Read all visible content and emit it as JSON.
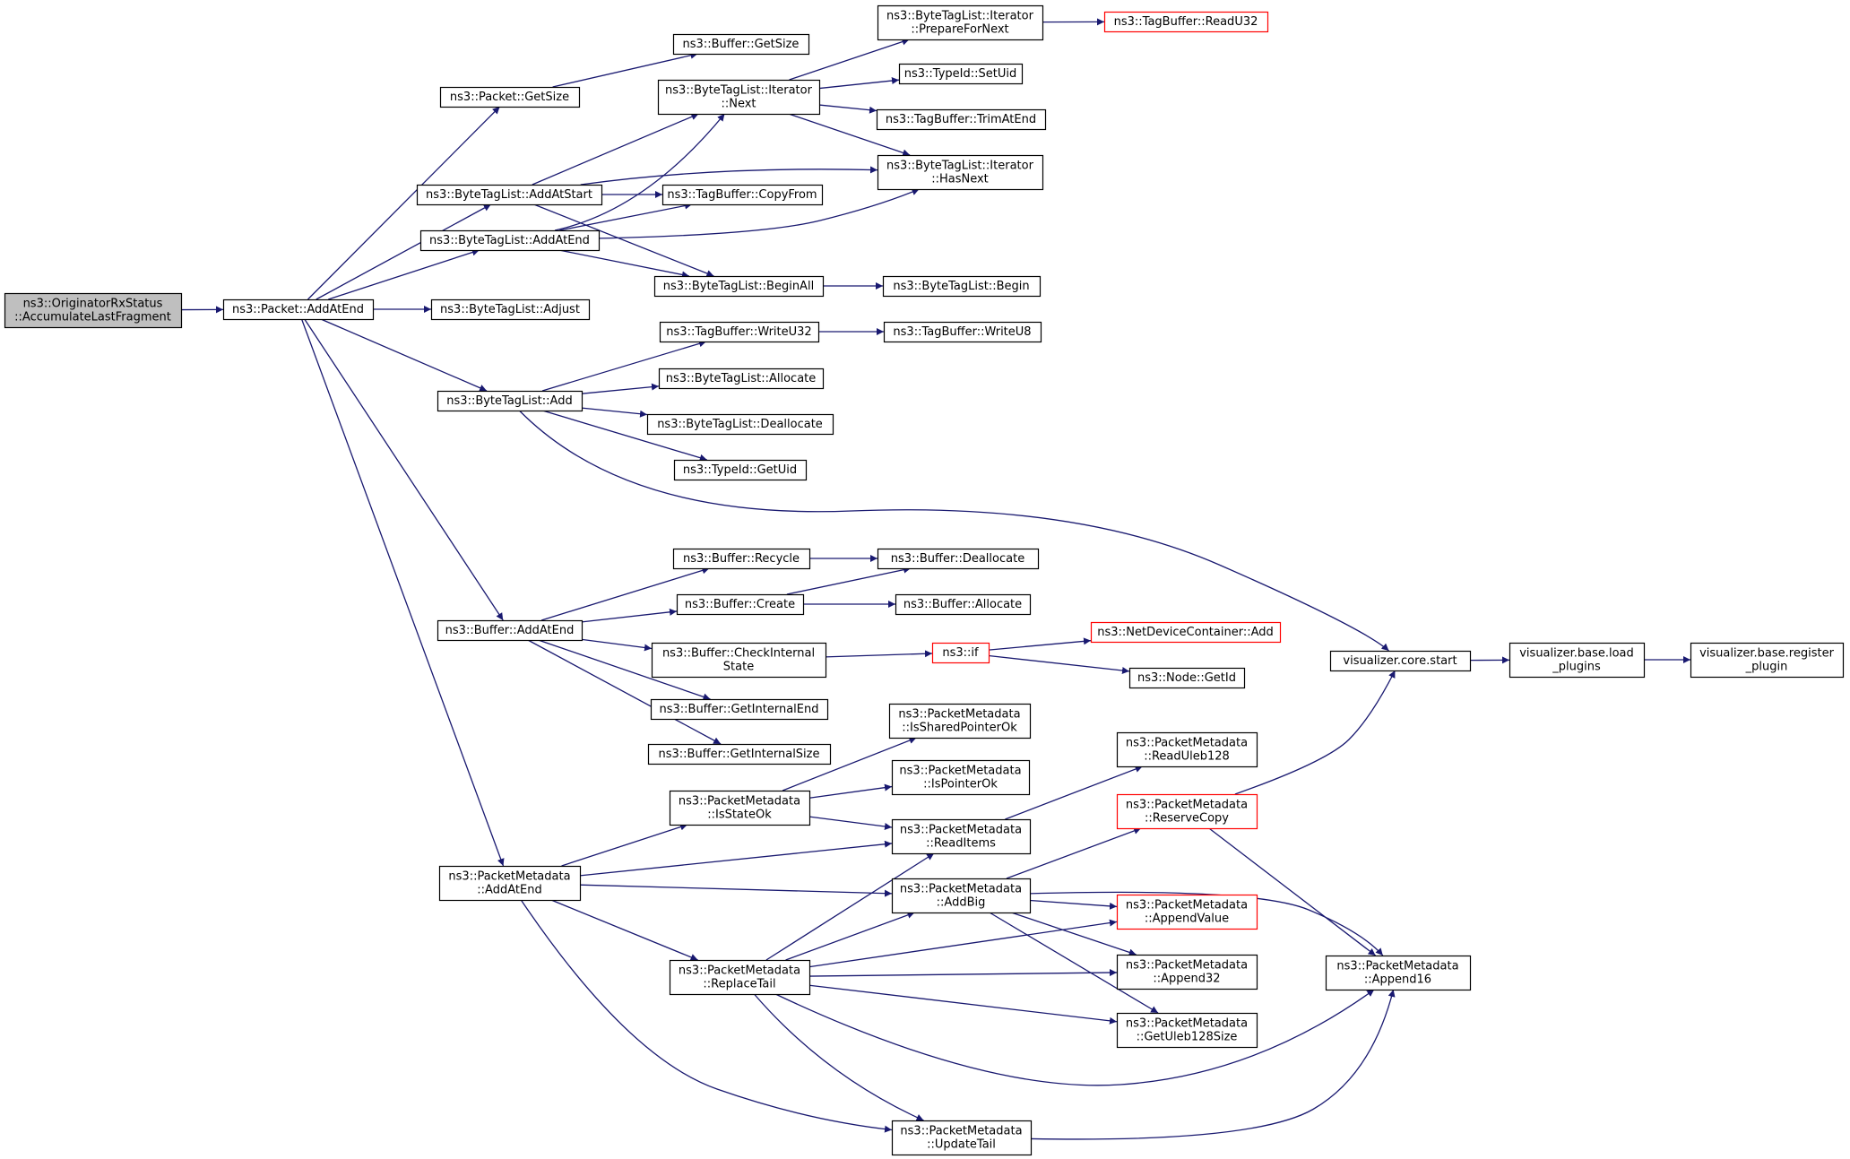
{
  "colors": {
    "edge": "#191970",
    "node_border": "#000000",
    "node_border_truncated": "#ff0000",
    "node_fill": "#ffffff",
    "root_fill": "#bfbfbf",
    "background": "#ffffff"
  },
  "nodes": [
    {
      "id": "root",
      "lines": [
        "ns3::OriginatorRxStatus",
        "::AccumulateLastFragment"
      ],
      "style": "root"
    },
    {
      "id": "pkt_addatend",
      "lines": [
        "ns3::Packet::AddAtEnd"
      ],
      "style": "normal"
    },
    {
      "id": "pkt_getsize",
      "lines": [
        "ns3::Packet::GetSize"
      ],
      "style": "normal"
    },
    {
      "id": "btl_addatstart",
      "lines": [
        "ns3::ByteTagList::AddAtStart"
      ],
      "style": "normal"
    },
    {
      "id": "btl_addatend",
      "lines": [
        "ns3::ByteTagList::AddAtEnd"
      ],
      "style": "normal"
    },
    {
      "id": "btl_adjust",
      "lines": [
        "ns3::ByteTagList::Adjust"
      ],
      "style": "normal"
    },
    {
      "id": "btl_add",
      "lines": [
        "ns3::ByteTagList::Add"
      ],
      "style": "normal"
    },
    {
      "id": "buf_addatend",
      "lines": [
        "ns3::Buffer::AddAtEnd"
      ],
      "style": "normal"
    },
    {
      "id": "pm_addatend",
      "lines": [
        "ns3::PacketMetadata",
        "::AddAtEnd"
      ],
      "style": "normal"
    },
    {
      "id": "buf_getsize",
      "lines": [
        "ns3::Buffer::GetSize"
      ],
      "style": "normal"
    },
    {
      "id": "it_next",
      "lines": [
        "ns3::ByteTagList::Iterator",
        "::Next"
      ],
      "style": "normal"
    },
    {
      "id": "tb_copyfrom",
      "lines": [
        "ns3::TagBuffer::CopyFrom"
      ],
      "style": "normal"
    },
    {
      "id": "btl_beginall",
      "lines": [
        "ns3::ByteTagList::BeginAll"
      ],
      "style": "normal"
    },
    {
      "id": "tb_writeu32",
      "lines": [
        "ns3::TagBuffer::WriteU32"
      ],
      "style": "normal"
    },
    {
      "id": "btl_allocate",
      "lines": [
        "ns3::ByteTagList::Allocate"
      ],
      "style": "normal"
    },
    {
      "id": "btl_deallocate",
      "lines": [
        "ns3::ByteTagList::Deallocate"
      ],
      "style": "normal"
    },
    {
      "id": "tid_getuid",
      "lines": [
        "ns3::TypeId::GetUid"
      ],
      "style": "normal"
    },
    {
      "id": "buf_recycle",
      "lines": [
        "ns3::Buffer::Recycle"
      ],
      "style": "normal"
    },
    {
      "id": "buf_create",
      "lines": [
        "ns3::Buffer::Create"
      ],
      "style": "normal"
    },
    {
      "id": "buf_checkinternal",
      "lines": [
        "ns3::Buffer::CheckInternal",
        "State"
      ],
      "style": "normal"
    },
    {
      "id": "buf_getinternalend",
      "lines": [
        "ns3::Buffer::GetInternalEnd"
      ],
      "style": "normal"
    },
    {
      "id": "buf_getinternalsize",
      "lines": [
        "ns3::Buffer::GetInternalSize"
      ],
      "style": "normal"
    },
    {
      "id": "pm_isstateok",
      "lines": [
        "ns3::PacketMetadata",
        "::IsStateOk"
      ],
      "style": "normal"
    },
    {
      "id": "pm_replacetail",
      "lines": [
        "ns3::PacketMetadata",
        "::ReplaceTail"
      ],
      "style": "normal"
    },
    {
      "id": "it_preparefornext",
      "lines": [
        "ns3::ByteTagList::Iterator",
        "::PrepareForNext"
      ],
      "style": "normal"
    },
    {
      "id": "tid_setuid",
      "lines": [
        "ns3::TypeId::SetUid"
      ],
      "style": "normal"
    },
    {
      "id": "tb_trimatend",
      "lines": [
        "ns3::TagBuffer::TrimAtEnd"
      ],
      "style": "normal"
    },
    {
      "id": "it_hasnext",
      "lines": [
        "ns3::ByteTagList::Iterator",
        "::HasNext"
      ],
      "style": "normal"
    },
    {
      "id": "btl_begin",
      "lines": [
        "ns3::ByteTagList::Begin"
      ],
      "style": "normal"
    },
    {
      "id": "tb_writeu8",
      "lines": [
        "ns3::TagBuffer::WriteU8"
      ],
      "style": "normal"
    },
    {
      "id": "buf_deallocate",
      "lines": [
        "ns3::Buffer::Deallocate"
      ],
      "style": "normal"
    },
    {
      "id": "buf_allocate",
      "lines": [
        "ns3::Buffer::Allocate"
      ],
      "style": "normal"
    },
    {
      "id": "ns3_if",
      "lines": [
        "ns3::if"
      ],
      "style": "truncated"
    },
    {
      "id": "pm_issharedpointerok",
      "lines": [
        "ns3::PacketMetadata",
        "::IsSharedPointerOk"
      ],
      "style": "normal"
    },
    {
      "id": "pm_ispointerok",
      "lines": [
        "ns3::PacketMetadata",
        "::IsPointerOk"
      ],
      "style": "normal"
    },
    {
      "id": "pm_readitems",
      "lines": [
        "ns3::PacketMetadata",
        "::ReadItems"
      ],
      "style": "normal"
    },
    {
      "id": "pm_addbig",
      "lines": [
        "ns3::PacketMetadata",
        "::AddBig"
      ],
      "style": "normal"
    },
    {
      "id": "pm_updatetail",
      "lines": [
        "ns3::PacketMetadata",
        "::UpdateTail"
      ],
      "style": "normal"
    },
    {
      "id": "tb_readu32",
      "lines": [
        "ns3::TagBuffer::ReadU32"
      ],
      "style": "truncated"
    },
    {
      "id": "ndc_add",
      "lines": [
        "ns3::NetDeviceContainer::Add"
      ],
      "style": "truncated"
    },
    {
      "id": "node_getid",
      "lines": [
        "ns3::Node::GetId"
      ],
      "style": "normal"
    },
    {
      "id": "pm_readuleb128",
      "lines": [
        "ns3::PacketMetadata",
        "::ReadUleb128"
      ],
      "style": "normal"
    },
    {
      "id": "pm_reservecopy",
      "lines": [
        "ns3::PacketMetadata",
        "::ReserveCopy"
      ],
      "style": "truncated"
    },
    {
      "id": "pm_appendvalue",
      "lines": [
        "ns3::PacketMetadata",
        "::AppendValue"
      ],
      "style": "truncated"
    },
    {
      "id": "pm_append32",
      "lines": [
        "ns3::PacketMetadata",
        "::Append32"
      ],
      "style": "normal"
    },
    {
      "id": "pm_getuleb128size",
      "lines": [
        "ns3::PacketMetadata",
        "::GetUleb128Size"
      ],
      "style": "normal"
    },
    {
      "id": "viz_core_start",
      "lines": [
        "visualizer.core.start"
      ],
      "style": "normal"
    },
    {
      "id": "pm_append16",
      "lines": [
        "ns3::PacketMetadata",
        "::Append16"
      ],
      "style": "normal"
    },
    {
      "id": "viz_load_plugins",
      "lines": [
        "visualizer.base.load",
        "_plugins"
      ],
      "style": "normal"
    },
    {
      "id": "viz_register_plugin",
      "lines": [
        "visualizer.base.register",
        "_plugin"
      ],
      "style": "normal"
    }
  ],
  "edges": [
    [
      "root",
      "pkt_addatend"
    ],
    [
      "pkt_addatend",
      "pkt_getsize"
    ],
    [
      "pkt_addatend",
      "btl_addatstart"
    ],
    [
      "pkt_addatend",
      "btl_addatend"
    ],
    [
      "pkt_addatend",
      "btl_adjust"
    ],
    [
      "pkt_addatend",
      "btl_add"
    ],
    [
      "pkt_addatend",
      "buf_addatend"
    ],
    [
      "pkt_addatend",
      "pm_addatend"
    ],
    [
      "pkt_getsize",
      "buf_getsize"
    ],
    [
      "btl_addatstart",
      "it_next"
    ],
    [
      "btl_addatstart",
      "it_hasnext"
    ],
    [
      "btl_addatstart",
      "tb_copyfrom"
    ],
    [
      "btl_addatstart",
      "btl_beginall"
    ],
    [
      "btl_addatend",
      "it_next"
    ],
    [
      "btl_addatend",
      "it_hasnext"
    ],
    [
      "btl_addatend",
      "tb_copyfrom"
    ],
    [
      "btl_addatend",
      "btl_beginall"
    ],
    [
      "it_next",
      "it_preparefornext"
    ],
    [
      "it_next",
      "tid_setuid"
    ],
    [
      "it_next",
      "tb_trimatend"
    ],
    [
      "it_next",
      "it_hasnext"
    ],
    [
      "it_preparefornext",
      "tb_readu32"
    ],
    [
      "btl_beginall",
      "btl_begin"
    ],
    [
      "btl_add",
      "tb_writeu32"
    ],
    [
      "btl_add",
      "btl_allocate"
    ],
    [
      "btl_add",
      "btl_deallocate"
    ],
    [
      "btl_add",
      "tid_getuid"
    ],
    [
      "btl_add",
      "viz_core_start"
    ],
    [
      "tb_writeu32",
      "tb_writeu8"
    ],
    [
      "buf_addatend",
      "buf_recycle"
    ],
    [
      "buf_addatend",
      "buf_create"
    ],
    [
      "buf_addatend",
      "buf_checkinternal"
    ],
    [
      "buf_addatend",
      "buf_getinternalend"
    ],
    [
      "buf_addatend",
      "buf_getinternalsize"
    ],
    [
      "buf_recycle",
      "buf_deallocate"
    ],
    [
      "buf_create",
      "buf_deallocate"
    ],
    [
      "buf_create",
      "buf_allocate"
    ],
    [
      "buf_checkinternal",
      "ns3_if"
    ],
    [
      "ns3_if",
      "ndc_add"
    ],
    [
      "ns3_if",
      "node_getid"
    ],
    [
      "pm_addatend",
      "pm_isstateok"
    ],
    [
      "pm_addatend",
      "pm_readitems"
    ],
    [
      "pm_addatend",
      "pm_addbig"
    ],
    [
      "pm_addatend",
      "pm_replacetail"
    ],
    [
      "pm_addatend",
      "pm_updatetail"
    ],
    [
      "pm_isstateok",
      "pm_issharedpointerok"
    ],
    [
      "pm_isstateok",
      "pm_ispointerok"
    ],
    [
      "pm_isstateok",
      "pm_readitems"
    ],
    [
      "pm_readitems",
      "pm_readuleb128"
    ],
    [
      "pm_addbig",
      "pm_reservecopy"
    ],
    [
      "pm_addbig",
      "pm_appendvalue"
    ],
    [
      "pm_addbig",
      "pm_append32"
    ],
    [
      "pm_addbig",
      "pm_getuleb128size"
    ],
    [
      "pm_addbig",
      "pm_append16"
    ],
    [
      "pm_replacetail",
      "pm_readitems"
    ],
    [
      "pm_replacetail",
      "pm_addbig"
    ],
    [
      "pm_replacetail",
      "pm_appendvalue"
    ],
    [
      "pm_replacetail",
      "pm_append32"
    ],
    [
      "pm_replacetail",
      "pm_getuleb128size"
    ],
    [
      "pm_replacetail",
      "pm_append16"
    ],
    [
      "pm_replacetail",
      "pm_updatetail"
    ],
    [
      "pm_reservecopy",
      "viz_core_start"
    ],
    [
      "pm_reservecopy",
      "pm_append16"
    ],
    [
      "pm_updatetail",
      "pm_append16"
    ],
    [
      "viz_core_start",
      "viz_load_plugins"
    ],
    [
      "viz_load_plugins",
      "viz_register_plugin"
    ]
  ]
}
